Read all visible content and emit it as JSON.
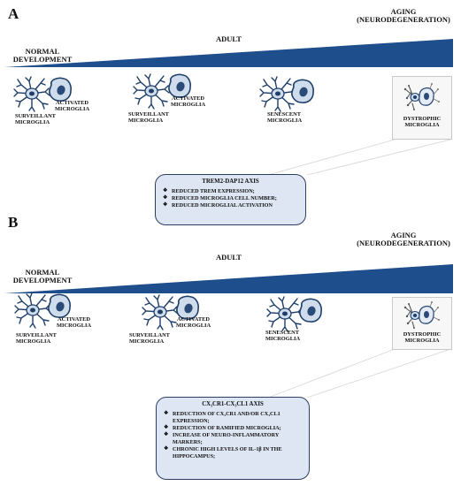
{
  "panel_a": {
    "letter": "A",
    "stage_normal": "NORMAL\nDEVELOPMENT",
    "stage_adult": "ADULT",
    "stage_aging": "AGING\n(NEURODEGENERATION)",
    "label_surveillant_1": "SURVEILLANT\nMICROGLIA",
    "label_activated_1": "ACTIVATED\nMICROGLIA",
    "label_surveillant_2": "SURVEILLANT\nMICROGLIA",
    "label_activated_2": "ACTIVATED\nMICROGLIA",
    "label_senescent": "SENESCENT\nMICROGLIA",
    "label_dystrophic": "DYSTROPHIC\nMICROGLIA",
    "box_title": "TREM2-DAP12 AXIS",
    "box_items": [
      "REDUCED TREM EXPRESSION;",
      "REDUCED MICROGLIA CELL NUMBER;",
      "REDUCED MICROGLIAL ACTIVATION"
    ]
  },
  "panel_b": {
    "letter": "B",
    "stage_normal": "NORMAL\nDEVELOPMENT",
    "stage_adult": "ADULT",
    "stage_aging": "AGING\n(NEURODEGENERATION)",
    "label_surveillant_1": "SURVEILLANT\nMICROGLIA",
    "label_activated_1": "ACTIVATED\nMICROGLIA",
    "label_surveillant_2": "SURVEILLANT\nMICROGLIA",
    "label_activated_2": "ACTIVATED\nMICROGLIA",
    "label_senescent": "SENESCENT\nMICROGLIA",
    "label_dystrophic": "DYSTROPHIC\nMICROGLIA",
    "box_title": "CX₃CR1-CX₃CL1 AXIS",
    "box_items": [
      "REDUCTION OF CX₃CR1 AND/OR CX₃CL1 EXPRESSION;",
      "REDUCTION OF RAMIFIED MICROGLIA;",
      "INCREASE OF NEURO-INFLAMMATORY MARKERS;",
      "CHRONIC HIGH LEVELS OF IL-1β IN THE HIPPOCAMPUS;"
    ]
  },
  "colors": {
    "wedge": "#1f4e8c",
    "cell_fill": "#cfdcec",
    "cell_stroke": "#1f3f6b",
    "box_fill": "#dde6f2",
    "box_border": "#2c3e63"
  },
  "icons": {
    "ramified": "ramified-microglia-icon",
    "amoeboid": "amoeboid-microglia-icon",
    "dystrophic": "dystrophic-microglia-icon"
  }
}
